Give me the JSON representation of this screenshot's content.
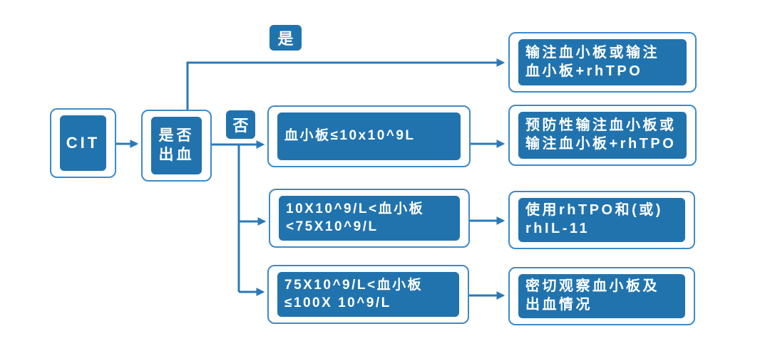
{
  "colors": {
    "box_fill": "#2173ae",
    "box_border": "#3e8ac8",
    "line_color": "#2a79b8",
    "text_color": "#ffffff",
    "background": "#ffffff"
  },
  "flowchart": {
    "start": {
      "label": "CIT"
    },
    "decision": {
      "line1": "是否",
      "line2": "出血"
    },
    "branch_yes": {
      "label": "是"
    },
    "branch_no": {
      "label": "否"
    },
    "outcome_bleeding": {
      "line1": "输注血小板或输注",
      "line2": "血小板+rhTPO"
    },
    "condition_low": {
      "line1": "血小板≤10x10^9L"
    },
    "outcome_low": {
      "line1": "预防性输注血小板或",
      "line2": "输注血小板+rhTPO"
    },
    "condition_mid": {
      "line1": "10X10^9/L<血小板",
      "line2": "<75X10^9/L"
    },
    "outcome_mid": {
      "line1": "使用rhTPO和(或)",
      "line2": "rhIL-11"
    },
    "condition_high": {
      "line1": "75X10^9/L<血小板",
      "line2": "≤100X 10^9/L"
    },
    "outcome_high": {
      "line1": "密切观察血小板及",
      "line2": "出血情况"
    }
  }
}
